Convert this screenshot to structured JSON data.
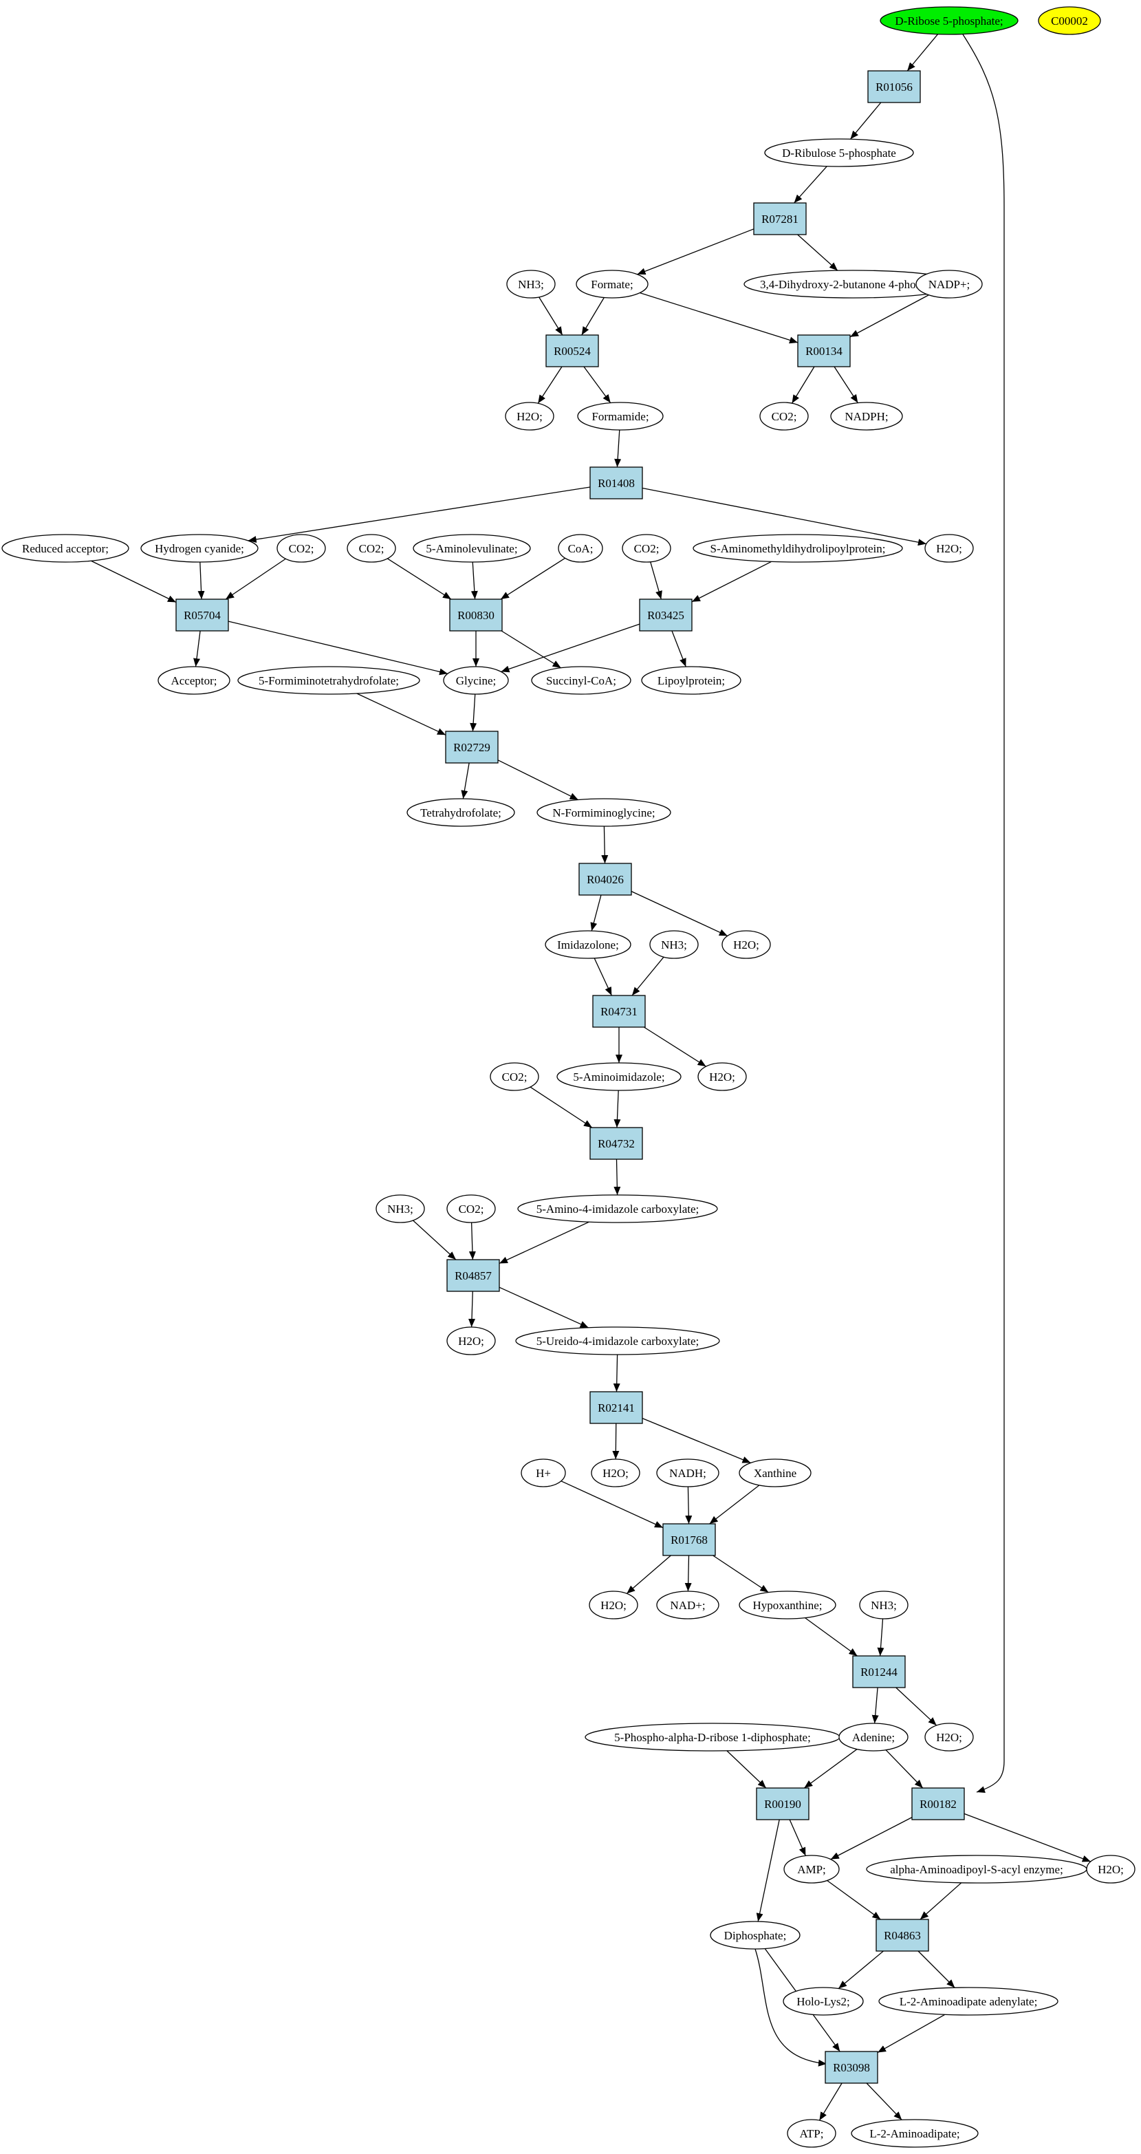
{
  "compounds": {
    "ribose5p": "D-Ribose 5-phosphate;",
    "c00002": "C00002",
    "ribulose5p": "D-Ribulose 5-phosphate",
    "nh3_1": "NH3;",
    "formate": "Formate;",
    "dihydroxy": "3,4-Dihydroxy-2-butanone 4-phosphate",
    "nadp": "NADP+;",
    "h2o_1": "H2O;",
    "formamide": "Formamide;",
    "co2_1": "CO2;",
    "nadph": "NADPH;",
    "reduced_acceptor": "Reduced acceptor;",
    "hcn": "Hydrogen cyanide;",
    "co2_2": "CO2;",
    "co2_3": "CO2;",
    "aminolevulinate": "5-Aminolevulinate;",
    "coa": "CoA;",
    "co2_4": "CO2;",
    "s_amino": "S-Aminomethyldihydrolipoylprotein;",
    "h2o_2": "H2O;",
    "acceptor": "Acceptor;",
    "formimino_thf": "5-Formiminotetrahydrofolate;",
    "glycine": "Glycine;",
    "succinyl_coa": "Succinyl-CoA;",
    "lipoylprotein": "Lipoylprotein;",
    "thf": "Tetrahydrofolate;",
    "n_forminoglycine": "N-Formiminoglycine;",
    "imidazolone": "Imidazolone;",
    "nh3_2": "NH3;",
    "h2o_3": "H2O;",
    "co2_5": "CO2;",
    "aminoimidazole": "5-Aminoimidazole;",
    "h2o_4": "H2O;",
    "nh3_3": "NH3;",
    "co2_6": "CO2;",
    "amino_imid_carb": "5-Amino-4-imidazole carboxylate;",
    "h2o_5": "H2O;",
    "ureido": "5-Ureido-4-imidazole carboxylate;",
    "hplus": "H+",
    "h2o_6": "H2O;",
    "nadh": "NADH;",
    "xanthine": "Xanthine",
    "h2o_7": "H2O;",
    "nadplus": "NAD+;",
    "hypoxanthine": "Hypoxanthine;",
    "nh3_4": "NH3;",
    "prpp": "5-Phospho-alpha-D-ribose 1-diphosphate;",
    "adenine": "Adenine;",
    "h2o_8": "H2O;",
    "amp": "AMP;",
    "aminoadipoyl": "alpha-Aminoadipoyl-S-acyl enzyme;",
    "h2o_9": "H2O;",
    "diphosphate": "Diphosphate;",
    "holo_lys2": "Holo-Lys2;",
    "aminoadipate_adenylate": "L-2-Aminoadipate adenylate;",
    "atp": "ATP;",
    "aminoadipate": "L-2-Aminoadipate;"
  },
  "reactions": {
    "R01056": "R01056",
    "R07281": "R07281",
    "R00524": "R00524",
    "R00134": "R00134",
    "R01408": "R01408",
    "R05704": "R05704",
    "R00830": "R00830",
    "R03425": "R03425",
    "R02729": "R02729",
    "R04026": "R04026",
    "R04731": "R04731",
    "R04732": "R04732",
    "R04857": "R04857",
    "R02141": "R02141",
    "R01768": "R01768",
    "R01244": "R01244",
    "R00190": "R00190",
    "R00182": "R00182",
    "R04863": "R04863",
    "R03098": "R03098"
  },
  "colors": {
    "start_node": "#00ee00",
    "unconnected_node": "#ffff00",
    "reaction_node": "#add8e6",
    "compound_node": "#ffffff",
    "edge": "#000000"
  }
}
